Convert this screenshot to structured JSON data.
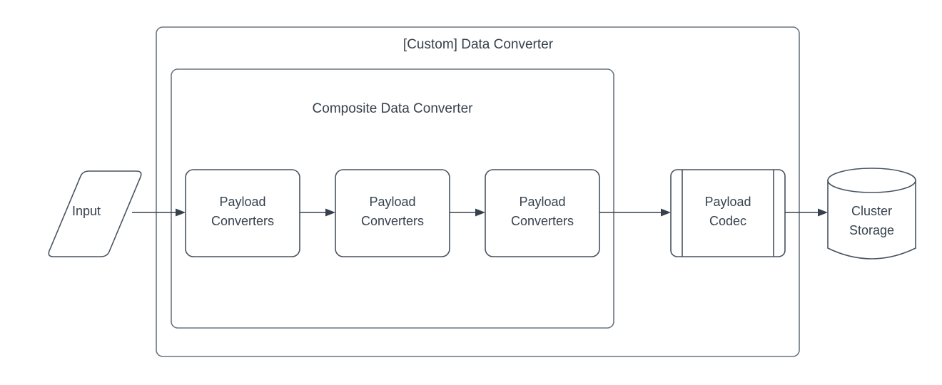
{
  "diagram": {
    "title": "[Custom] Data Converter",
    "type": "flowchart",
    "colors": {
      "background": "#ffffff",
      "shape_stroke": "#48525f",
      "container_stroke": "#6b7582",
      "text": "#36414d",
      "edge": "#36414d"
    },
    "containers": [
      {
        "name": "custom-data-converter",
        "label": "[Custom] Data Converter",
        "shape": "rounded-rectangle"
      },
      {
        "name": "composite-data-converter",
        "label": "Composite Data Converter",
        "shape": "rounded-rectangle"
      }
    ],
    "nodes": [
      {
        "name": "input",
        "label": "Input",
        "shape": "parallelogram"
      },
      {
        "name": "payload-converters-1",
        "label_line1": "Payload",
        "label_line2": "Converters",
        "shape": "rounded-rectangle"
      },
      {
        "name": "payload-converters-2",
        "label_line1": "Payload",
        "label_line2": "Converters",
        "shape": "rounded-rectangle"
      },
      {
        "name": "payload-converters-3",
        "label_line1": "Payload",
        "label_line2": "Converters",
        "shape": "rounded-rectangle"
      },
      {
        "name": "payload-codec",
        "label_line1": "Payload",
        "label_line2": "Codec",
        "shape": "process"
      },
      {
        "name": "cluster-storage",
        "label_line1": "Cluster",
        "label_line2": "Storage",
        "shape": "cylinder"
      }
    ],
    "edges": [
      {
        "name": "input-to-converters-1",
        "from": "input",
        "to": "payload-converters-1",
        "arrow": "single"
      },
      {
        "name": "converters-1-to-converters-2",
        "from": "payload-converters-1",
        "to": "payload-converters-2",
        "arrow": "single"
      },
      {
        "name": "converters-2-to-converters-3",
        "from": "payload-converters-2",
        "to": "payload-converters-3",
        "arrow": "single"
      },
      {
        "name": "converters-3-to-payload-codec",
        "from": "payload-converters-3",
        "to": "payload-codec",
        "arrow": "single"
      },
      {
        "name": "payload-codec-to-cluster-storage",
        "from": "payload-codec",
        "to": "cluster-storage",
        "arrow": "single"
      }
    ]
  }
}
